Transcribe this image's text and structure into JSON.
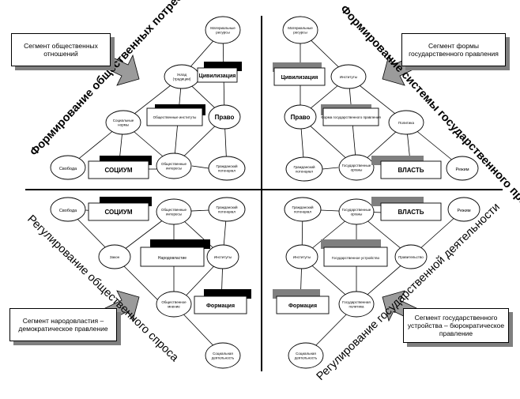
{
  "quadrants": {
    "top_left": {
      "segment": "Сегмент общественных отношений",
      "direction": "Формирование общественных потребностей",
      "primary_box": "Цивилизация",
      "institutions_box": "Общественные институты",
      "right_circle": "Право",
      "main_box": "СОЦИУМ",
      "left_circle": "Свобода",
      "nodes": {
        "top": "Материальные ресурсы",
        "left_top": "Уклад (традиции)",
        "left_mid": "Социальные нормы",
        "center_bottom": "Общественные интересы",
        "right_bottom": "Гражданский потенциал"
      }
    },
    "top_right": {
      "segment": "Сегмент формы государственного правления",
      "direction": "Формирование системы государственного правления",
      "primary_box": "Цивилизация",
      "form_box": "Форма государственного правления",
      "left_circle": "Право",
      "main_box": "ВЛАСТЬ",
      "right_circle": "Режим",
      "nodes": {
        "top": "Материальные ресурсы",
        "center_top": "Институты",
        "right_mid": "Политика",
        "left_bottom": "Гражданский потенциал",
        "center_bottom": "Государственные органы"
      }
    },
    "bottom_left": {
      "segment": "Сегмент народовластия – демократическое правление",
      "direction": "Регулирование общественного спроса",
      "main_box": "СОЦИУМ",
      "left_circle": "Свобода",
      "people_box": "Народовластие",
      "formation_box": "Формация",
      "nodes": {
        "center_top": "Общественные интересы",
        "right_top": "Гражданский потенциал",
        "left_mid": "Закон",
        "right_mid": "Институты",
        "center_bottom": "Общественное мнение",
        "bottom": "Социальная деятельность"
      }
    },
    "bottom_right": {
      "segment": "Сегмент государственного устройства – бюрократическое правление",
      "direction": "Регулирование государственной деятельности",
      "main_box": "ВЛАСТЬ",
      "right_circle": "Режим",
      "structure_box": "Государственное устройство",
      "formation_box": "Формация",
      "nodes": {
        "left_top": "Гражданский потенциал",
        "center_top": "Государственные органы",
        "left_mid": "Институты",
        "right_mid": "Правительство",
        "center_bottom": "Государственная политика",
        "bottom": "Социальная деятельность"
      }
    }
  }
}
